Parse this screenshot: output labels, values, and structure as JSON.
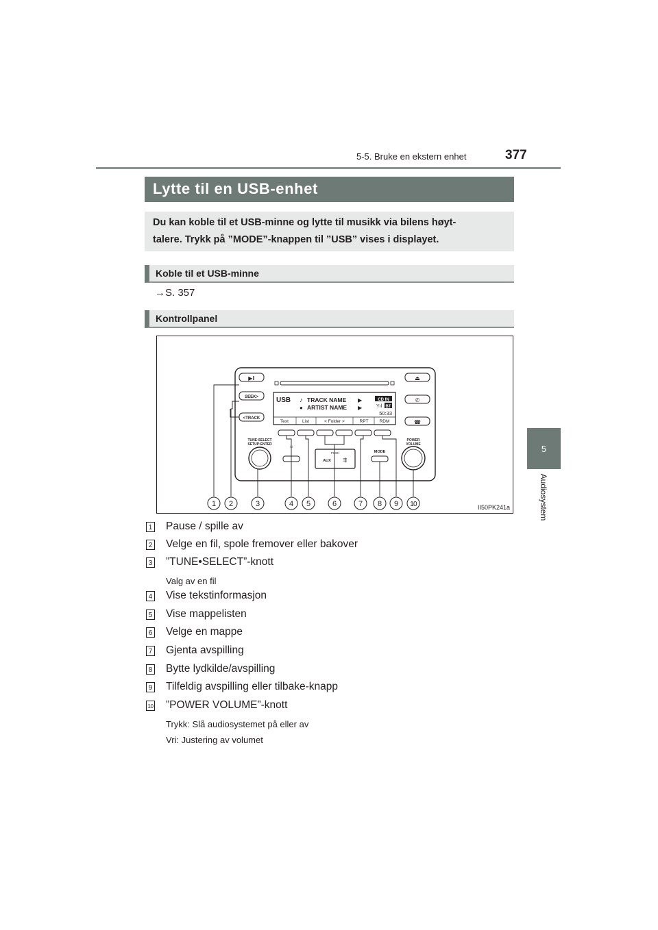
{
  "header": {
    "section": "5-5. Bruke en ekstern enhet",
    "page_number": "377"
  },
  "side_tab": {
    "chapter": "5",
    "label": "Audiosystem"
  },
  "title": "Lytte til en USB-enhet",
  "intro": {
    "line1": "Du kan koble til et USB-minne og lytte til musikk via bilens høyt-",
    "line2": "talere. Trykk på ”MODE”-knappen til ”USB” vises i displayet."
  },
  "sections": {
    "connect": {
      "heading": "Koble til et USB-minne",
      "reference": "→S. 357"
    },
    "panel": {
      "heading": "Kontrollpanel"
    }
  },
  "figure": {
    "code": "II50PK241a",
    "display": {
      "source": "USB",
      "track": "TRACK NAME",
      "artist": "ARTIST NAME",
      "cd_in": "CD IN",
      "bt": "BT",
      "time": "50:33",
      "softkeys": [
        "Text",
        "List",
        "< Folder >",
        "RPT",
        "RDM"
      ]
    },
    "buttons": {
      "seek": "SEEK>",
      "track": "<TRACK",
      "tune_select": "TUNE·SELECT",
      "setup_enter": "SETUP·ENTER",
      "push": "PUSH",
      "aux": "AUX",
      "mode": "MODE",
      "power": "POWER",
      "volume": "VOLUME"
    },
    "callouts": [
      "1",
      "2",
      "3",
      "4",
      "5",
      "6",
      "7",
      "8",
      "9",
      "10"
    ]
  },
  "items": [
    {
      "num": "1",
      "text": "Pause / spille av"
    },
    {
      "num": "2",
      "text": "Velge en fil, spole fremover eller bakover"
    },
    {
      "num": "3",
      "text": "”TUNE•SELECT”-knott",
      "note": "Valg av en fil"
    },
    {
      "num": "4",
      "text": "Vise tekstinformasjon"
    },
    {
      "num": "5",
      "text": "Vise mappelisten"
    },
    {
      "num": "6",
      "text": "Velge en mappe"
    },
    {
      "num": "7",
      "text": "Gjenta avspilling"
    },
    {
      "num": "8",
      "text": "Bytte lydkilde/avspilling"
    },
    {
      "num": "9",
      "text": "Tilfeldig avspilling eller tilbake-knapp"
    },
    {
      "num": "10",
      "text": "”POWER VOLUME”-knott",
      "note": "Trykk: Slå audiosystemet på eller av",
      "note2": "Vri: Justering av volumet"
    }
  ],
  "colors": {
    "accent": "#6e7a76",
    "panel_bg": "#e6e9e7",
    "rule": "#8a938f"
  }
}
